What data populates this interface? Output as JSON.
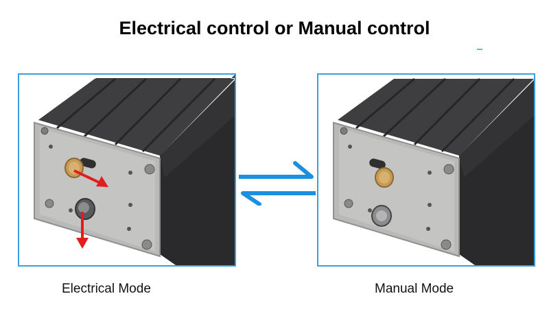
{
  "page": {
    "title": "Electrical control or Manual control"
  },
  "panels": [
    {
      "caption": "Electrical Mode",
      "shows_arrows": true
    },
    {
      "caption": "Manual Mode",
      "shows_arrows": false
    }
  ],
  "colors": {
    "panel_border": "#3aa0dc",
    "swap_arrows": "#1c8fe0",
    "mode_arrows": "#e01e1e",
    "body_dark": "#2a2a2c",
    "plate": "#b9b9b7",
    "knob_brass": "#c79a55"
  }
}
